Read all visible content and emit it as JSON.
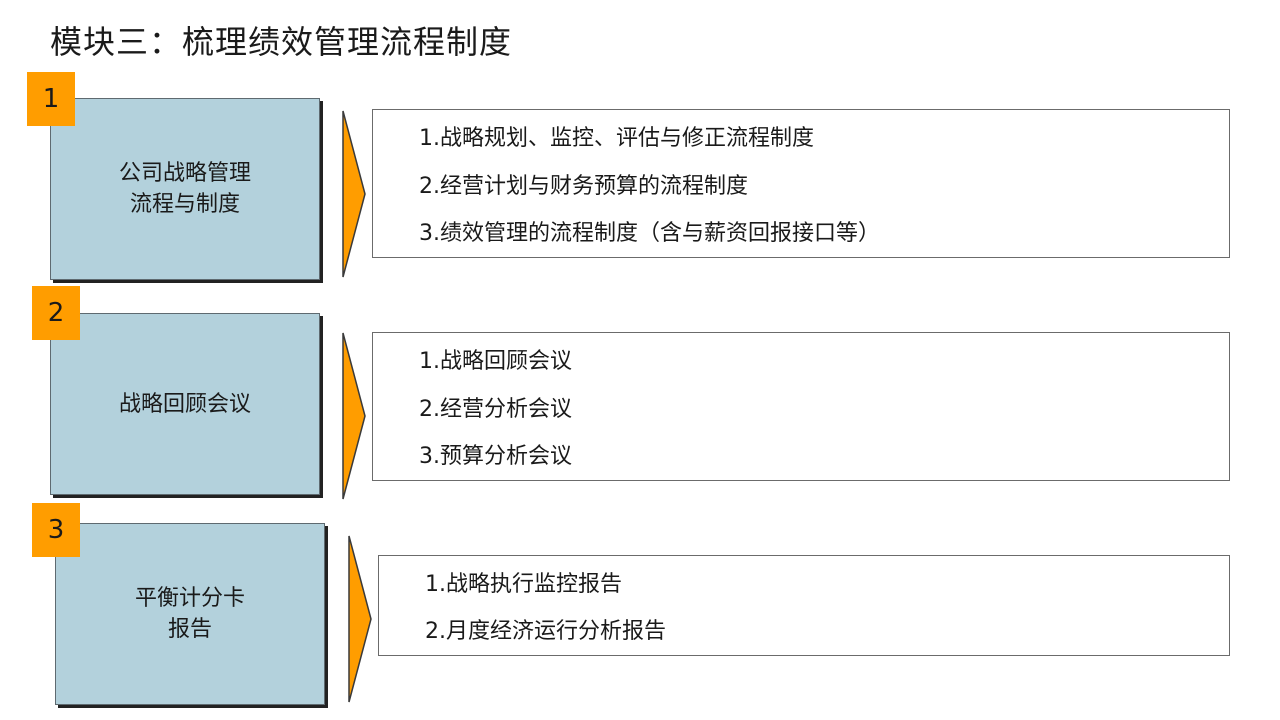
{
  "page_title": "模块三：梳理绩效管理流程制度",
  "accent_color": "#ff9d00",
  "box_color": "#b3d1dc",
  "modules": [
    {
      "number": "1",
      "label": "公司战略管理\n流程与制度",
      "items": [
        "1.战略规划、监控、评估与修正流程制度",
        "2.经营计划与财务预算的流程制度",
        "3.绩效管理的流程制度（含与薪资回报接口等）"
      ]
    },
    {
      "number": "2",
      "label": "战略回顾会议",
      "items": [
        "1.战略回顾会议",
        "2.经营分析会议",
        "3.预算分析会议"
      ]
    },
    {
      "number": "3",
      "label": "平衡计分卡\n报告",
      "items": [
        "1.战略执行监控报告",
        "2.月度经济运行分析报告"
      ]
    }
  ]
}
